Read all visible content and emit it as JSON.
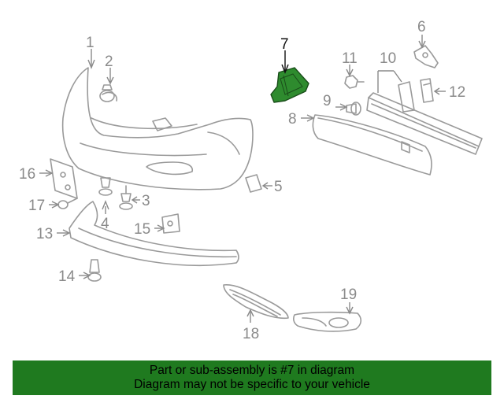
{
  "diagram": {
    "callouts": [
      {
        "id": "1",
        "label": "1",
        "highlight": false
      },
      {
        "id": "2",
        "label": "2",
        "highlight": false
      },
      {
        "id": "3",
        "label": "3",
        "highlight": false
      },
      {
        "id": "4",
        "label": "4",
        "highlight": false
      },
      {
        "id": "5",
        "label": "5",
        "highlight": false
      },
      {
        "id": "6",
        "label": "6",
        "highlight": false
      },
      {
        "id": "7",
        "label": "7",
        "highlight": true
      },
      {
        "id": "8",
        "label": "8",
        "highlight": false
      },
      {
        "id": "9",
        "label": "9",
        "highlight": false
      },
      {
        "id": "10",
        "label": "10",
        "highlight": false
      },
      {
        "id": "11",
        "label": "11",
        "highlight": false
      },
      {
        "id": "12",
        "label": "12",
        "highlight": false
      },
      {
        "id": "13",
        "label": "13",
        "highlight": false
      },
      {
        "id": "14",
        "label": "14",
        "highlight": false
      },
      {
        "id": "15",
        "label": "15",
        "highlight": false
      },
      {
        "id": "16",
        "label": "16",
        "highlight": false
      },
      {
        "id": "17",
        "label": "17",
        "highlight": false
      },
      {
        "id": "18",
        "label": "18",
        "highlight": false
      },
      {
        "id": "19",
        "label": "19",
        "highlight": false
      }
    ],
    "colors": {
      "line_gray": "#9a9a9a",
      "highlight_part": "#2e8b2e",
      "banner_bg": "#1f7a1f"
    }
  },
  "banner": {
    "line1": "Part or sub-assembly is #7 in diagram",
    "line2": "Diagram may not be specific to your vehicle"
  }
}
